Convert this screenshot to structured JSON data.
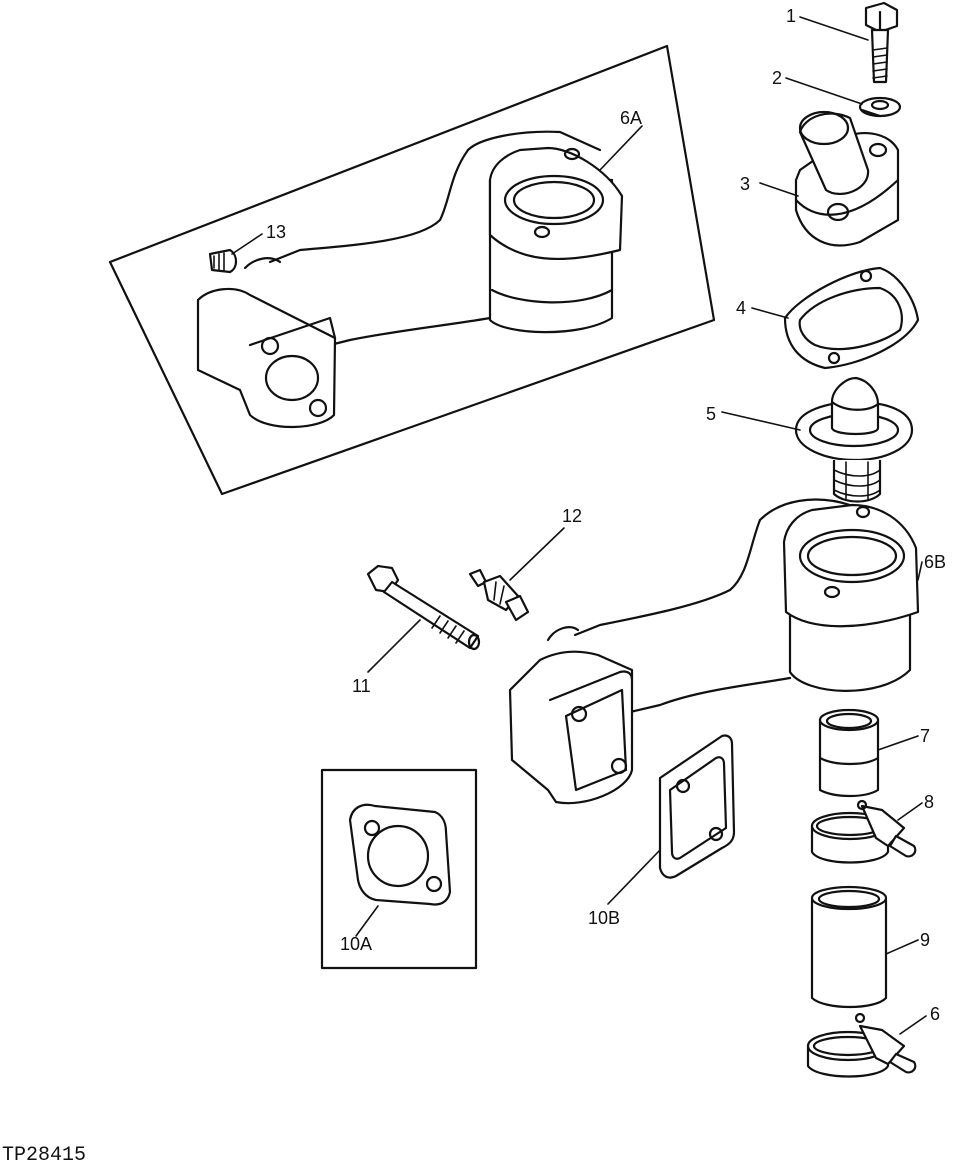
{
  "figure_code": "TP28415",
  "callouts": {
    "c1": "1",
    "c2": "2",
    "c3": "3",
    "c4": "4",
    "c5": "5",
    "c6A": "6A",
    "c6B": "6B",
    "c6": "6",
    "c7": "7",
    "c8": "8",
    "c9": "9",
    "c10A": "10A",
    "c10B": "10B",
    "c11": "11",
    "c12": "12",
    "c13": "13"
  },
  "parts": [
    "cap-screw",
    "lock-washer",
    "thermostat-cover",
    "cover-gasket",
    "thermostat",
    "water-manifold-6a",
    "water-manifold-6b",
    "hose-clamp",
    "hose-7",
    "hose-clamp-8",
    "hose-9",
    "gasket-10a",
    "gasket-10b",
    "cap-screw-11",
    "temperature-sender",
    "pipe-plug"
  ]
}
